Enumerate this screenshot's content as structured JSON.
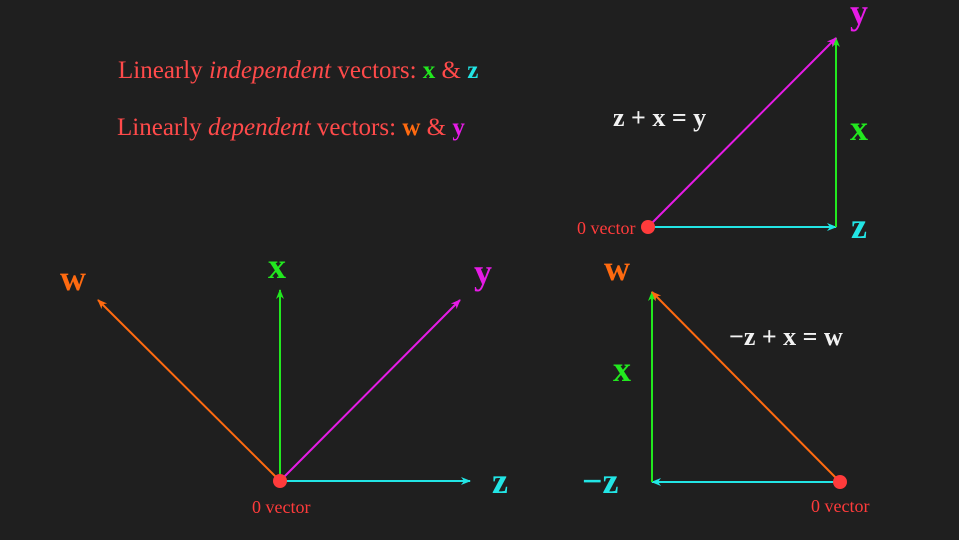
{
  "colors": {
    "background": "#1f1f1f",
    "title": "#ff4a4a",
    "x": "#22e81f",
    "z": "#22e5e5",
    "y": "#e61be6",
    "w": "#ff6a10",
    "origin": "#ff3b3b",
    "equation": "#f2f2f2"
  },
  "title": {
    "independent": {
      "prefix": "Linearly ",
      "emph": "independent",
      "mid": " vectors: ",
      "v1": "x",
      "amp": " & ",
      "v2": "z"
    },
    "dependent": {
      "prefix": "Linearly ",
      "emph": "dependent",
      "mid": " vectors: ",
      "v1": "w",
      "amp": " & ",
      "v2": "y"
    }
  },
  "top_right": {
    "equation": "z + x = y",
    "origin_label": "0 vector",
    "labels": {
      "y": "y",
      "x": "x",
      "z": "z"
    }
  },
  "bottom_left": {
    "origin_label": "0 vector",
    "labels": {
      "w": "w",
      "x": "x",
      "y": "y",
      "z": "z"
    }
  },
  "bottom_right": {
    "equation": "−z + x = w",
    "origin_label": "0 vector",
    "labels": {
      "w": "w",
      "x": "x",
      "neg_z": "−z"
    }
  }
}
